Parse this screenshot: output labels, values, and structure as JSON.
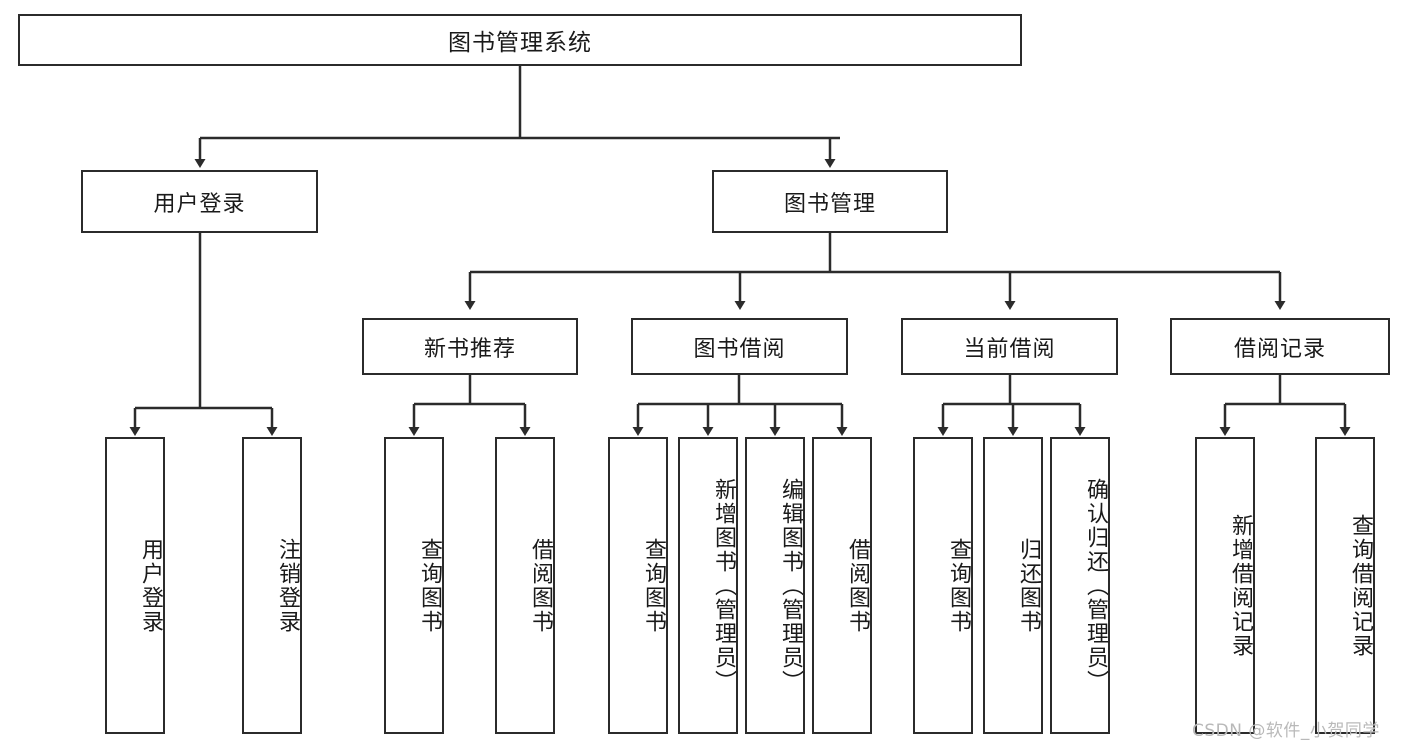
{
  "diagram": {
    "title": "图书管理系统",
    "type": "tree-hierarchy-diagram",
    "colors": {
      "border": "#2b2b2b",
      "background": "#ffffff",
      "text": "#1a1a1a",
      "watermark": "#b9b9b9"
    },
    "root": {
      "label": "图书管理系统"
    },
    "level2": [
      {
        "label": "用户登录"
      },
      {
        "label": "图书管理"
      }
    ],
    "level3": [
      {
        "label": "新书推荐"
      },
      {
        "label": "图书借阅"
      },
      {
        "label": "当前借阅"
      },
      {
        "label": "借阅记录"
      }
    ],
    "leaves": {
      "user_login": [
        {
          "label": "用户登录"
        },
        {
          "label": "注销登录"
        }
      ],
      "new_book_recommend": [
        {
          "label": "查询图书"
        },
        {
          "label": "借阅图书"
        }
      ],
      "book_borrow": [
        {
          "label": "查询图书"
        },
        {
          "label": "新增图书（管理员）"
        },
        {
          "label": "编辑图书（管理员）"
        },
        {
          "label": "借阅图书"
        }
      ],
      "current_borrow": [
        {
          "label": "查询图书"
        },
        {
          "label": "归还图书"
        },
        {
          "label": "确认归还（管理员）"
        }
      ],
      "borrow_record": [
        {
          "label": "新增借阅记录"
        },
        {
          "label": "查询借阅记录"
        }
      ]
    }
  },
  "watermark": {
    "text": "CSDN @软件_小贺同学"
  }
}
